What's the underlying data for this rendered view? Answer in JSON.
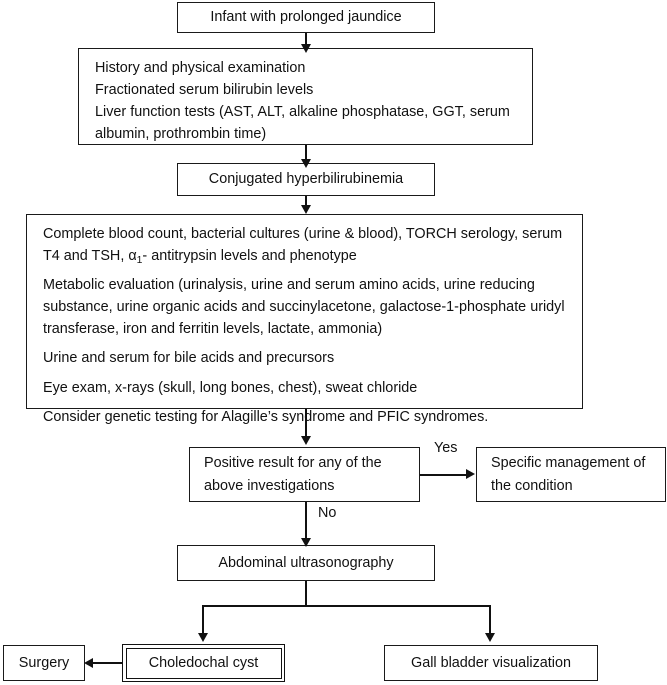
{
  "diagram": {
    "title": "Infant with prolonged jaundice diagnostic flowchart",
    "type": "flowchart",
    "background_color": "#ffffff",
    "line_color": "#111111",
    "text_color": "#111111"
  },
  "nodes": {
    "start": {
      "label": "Infant with prolonged jaundice"
    },
    "initial_workup": {
      "lines": [
        "History and physical examination",
        "Fractionated serum bilirubin levels",
        "Liver function tests (AST, ALT, alkaline phosphatase, GGT, serum albumin, prothrombin time)"
      ]
    },
    "conjugated": {
      "label": "Conjugated hyperbilirubinemia"
    },
    "investigations": {
      "paragraphs": [
        "Complete blood count, bacterial cultures (urine & blood), TORCH serology, serum T4 and TSH, α1- antitrypsin levels and phenotype",
        "Metabolic evaluation (urinalysis, urine and serum amino acids, urine reducing substance, urine organic acids and succinylacetone, galactose-1-phosphate uridyl transferase, iron and ferritin levels, lactate, ammonia)",
        "Urine and serum for bile acids and precursors",
        "Eye exam, x-rays (skull, long bones, chest), sweat chloride",
        "Consider genetic testing for Alagille’s syndrome and PFIC syndromes."
      ]
    },
    "decision": {
      "label": "Positive result for any of the above investigations"
    },
    "specific_management": {
      "label": "Specific management of the condition"
    },
    "ultrasound": {
      "label": "Abdominal ultrasonography"
    },
    "choledochal_cyst": {
      "label": "Choledochal cyst"
    },
    "gall_bladder": {
      "label": "Gall bladder visualization"
    },
    "surgery": {
      "label": "Surgery"
    }
  },
  "edge_labels": {
    "yes": "Yes",
    "no": "No"
  }
}
